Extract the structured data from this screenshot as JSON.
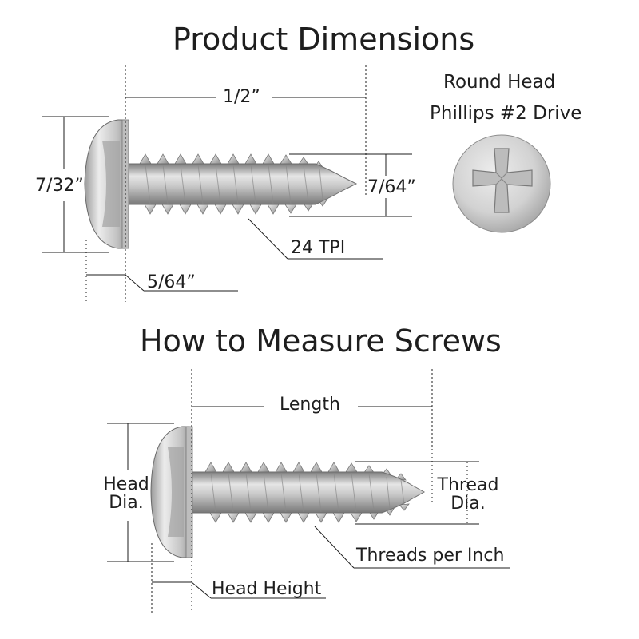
{
  "top_section": {
    "heading": "Product Dimensions",
    "length_label": "1/2”",
    "head_dia_label": "7/32”",
    "thread_dia_label": "7/64”",
    "tpi_label": "24 TPI",
    "head_height_label": "5/64”",
    "head_type_line1": "Round Head",
    "head_type_line2": "Phillips #2 Drive"
  },
  "bottom_section": {
    "heading": "How to Measure Screws",
    "length_label": "Length",
    "head_dia_line1": "Head",
    "head_dia_line2": "Dia.",
    "thread_dia_line1": "Thread",
    "thread_dia_line2": "Dia.",
    "tpi_label": "Threads per Inch",
    "head_height_label": "Head Height"
  },
  "colors": {
    "metal_light": "#e8e8e8",
    "metal_mid": "#b9b9b9",
    "metal_dark": "#8a8a8a",
    "line": "#1e1e1e"
  }
}
